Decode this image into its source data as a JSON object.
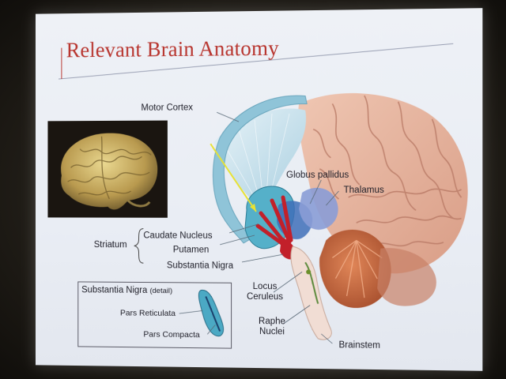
{
  "slide": {
    "title": "Relevant Brain Anatomy"
  },
  "labels": {
    "motor_cortex": "Motor Cortex",
    "globus_pallidus": "Globus pallidus",
    "thalamus": "Thalamus",
    "striatum": "Striatum",
    "caudate_nucleus": "Caudate Nucleus",
    "putamen": "Putamen",
    "substantia_nigra": "Substantia Nigra",
    "locus_ceruleus_1": "Locus",
    "locus_ceruleus_2": "Ceruleus",
    "raphe_nuclei_1": "Raphe",
    "raphe_nuclei_2": "Nuclei",
    "brainstem": "Brainstem"
  },
  "detail_box": {
    "title": "Substantia Nigra",
    "title_suffix": "(detail)",
    "pars_reticulata": "Pars Reticulata",
    "pars_compacta": "Pars Compacta"
  },
  "colors": {
    "title": "#b8352f",
    "cortex": "#e7b8a4",
    "cerebellum": "#c46a45",
    "nigra_red": "#c2202a",
    "basal_ganglia_blue": "#4ba9c4",
    "pointer_yellow": "#e8e233"
  }
}
